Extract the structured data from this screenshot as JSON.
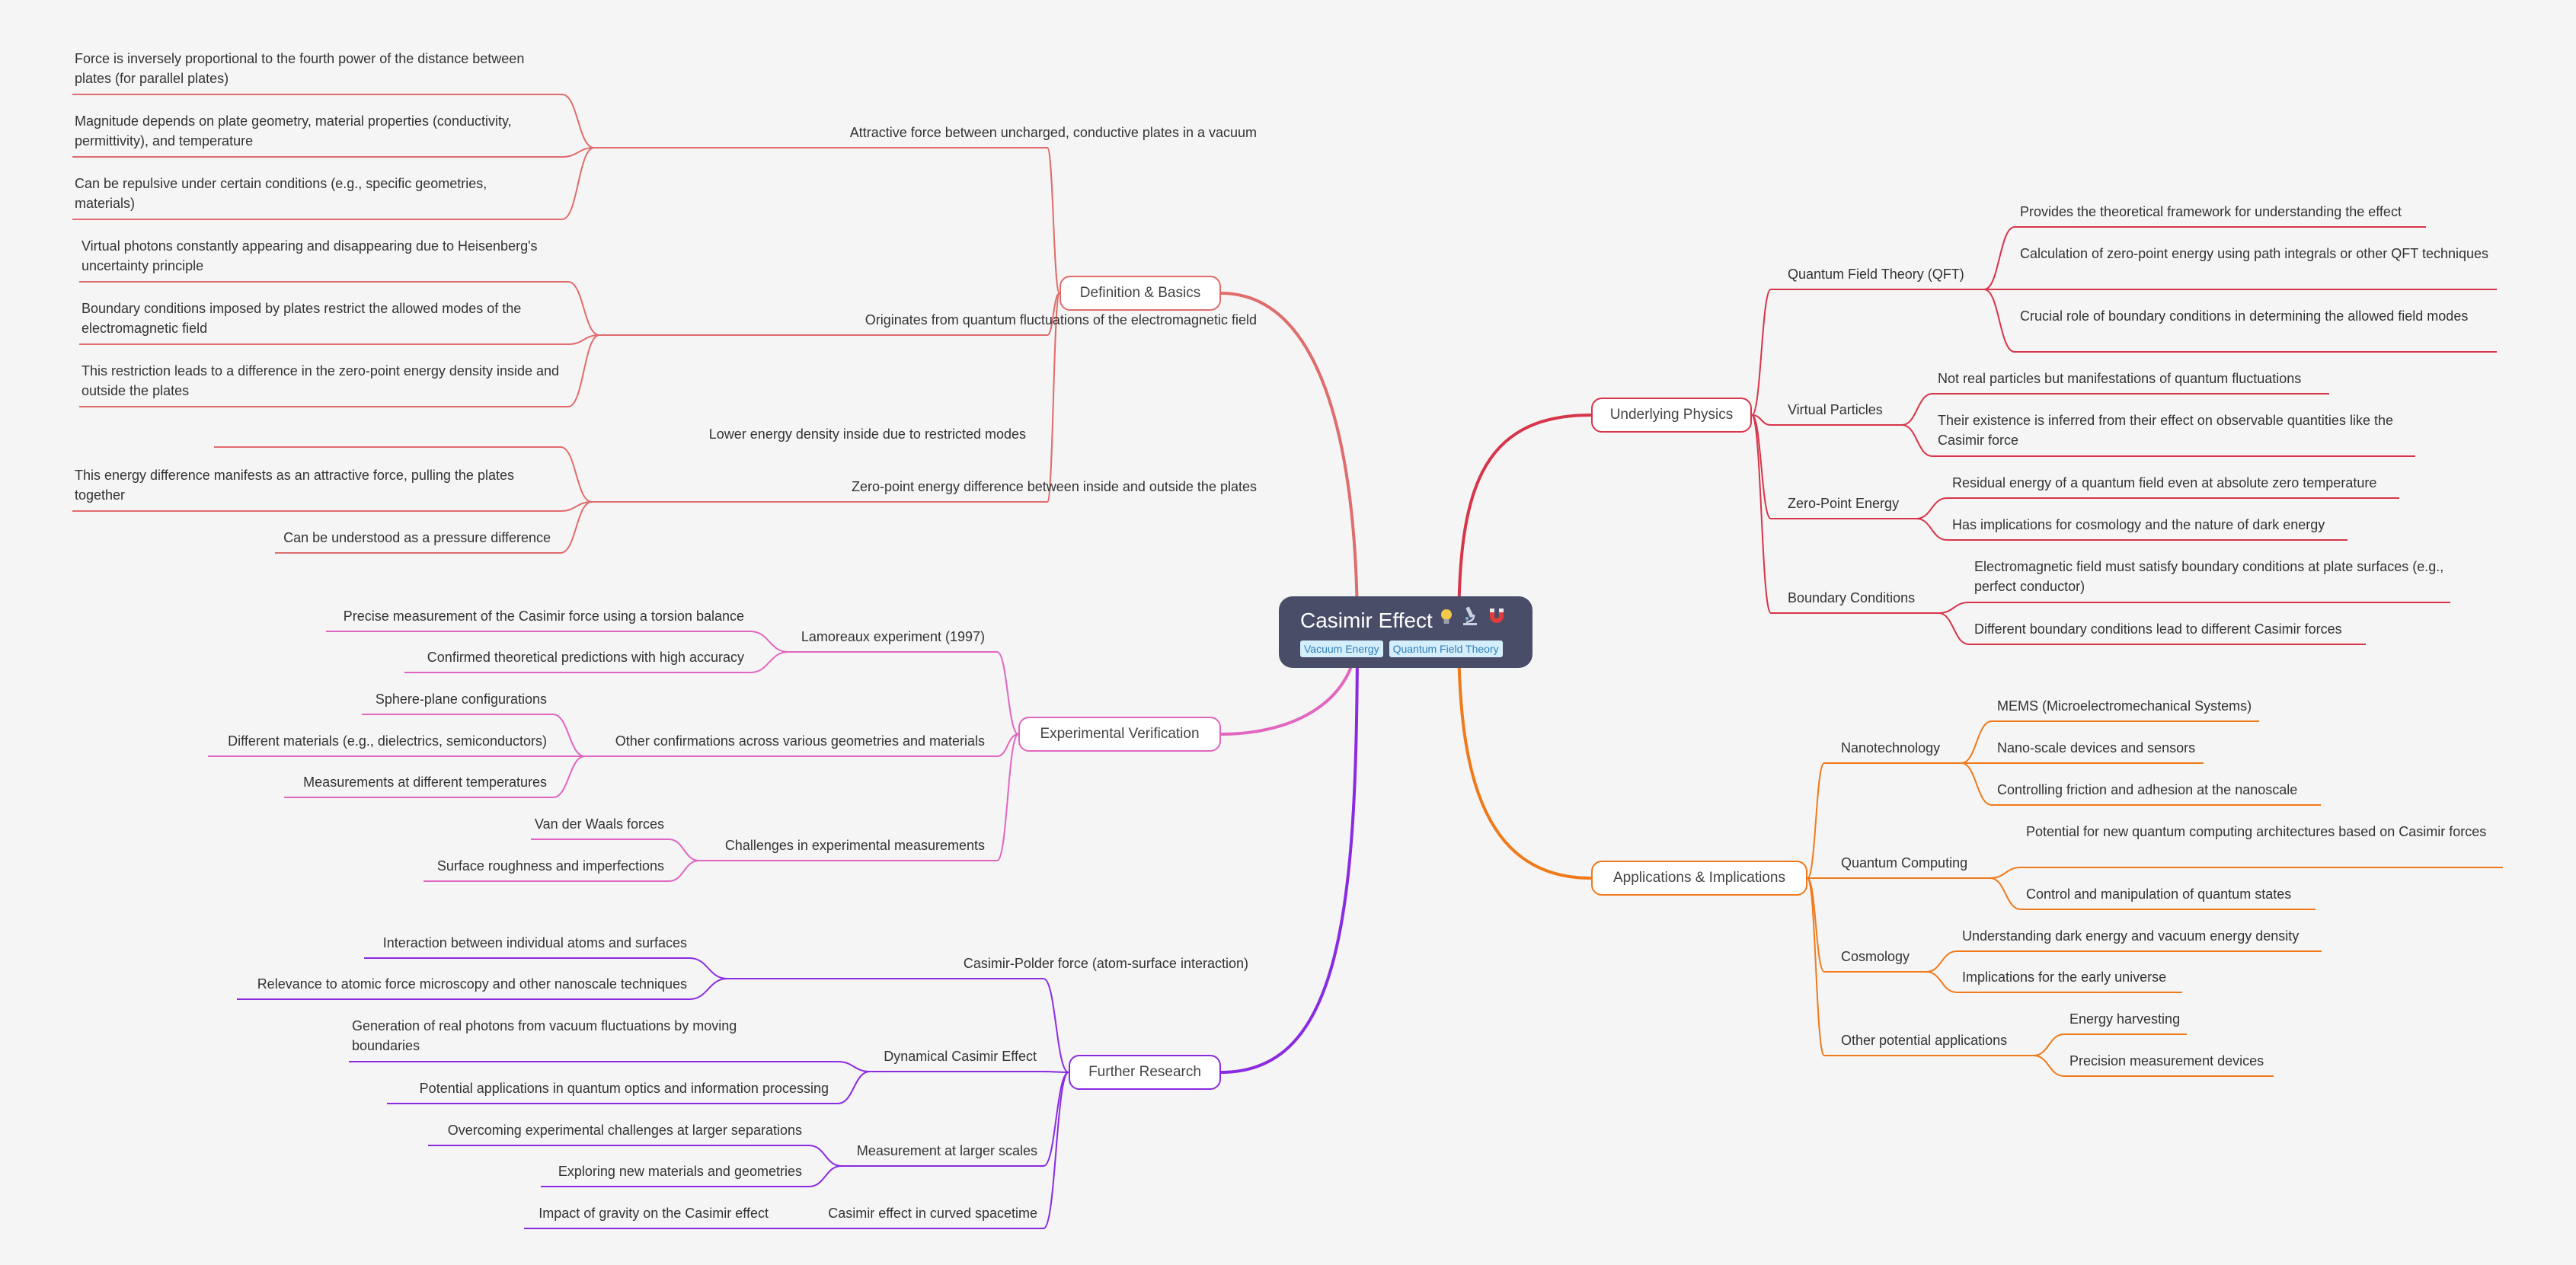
{
  "root": {
    "title": "Casimir Effect",
    "icons": [
      "lightbulb-icon",
      "microscope-icon",
      "magnet-icon"
    ],
    "tags": [
      "Vacuum Energy",
      "Quantum Field Theory"
    ]
  },
  "colors": {
    "definition": "#e06c6c",
    "experimental": "#e066c0",
    "further": "#8a2be2",
    "physics": "#d7354a",
    "applications": "#f07a1a"
  },
  "definition": {
    "label": "Definition & Basics",
    "attractive": {
      "label": "Attractive force between uncharged, conductive plates in a vacuum",
      "items": [
        "Force is inversely proportional to the fourth power of the distance between plates (for parallel plates)",
        "Magnitude depends on plate geometry, material properties (conductivity, permittivity), and temperature",
        "Can be repulsive under certain conditions (e.g., specific geometries, materials)"
      ]
    },
    "originates": {
      "label": "Originates from quantum fluctuations of the electromagnetic field",
      "items": [
        "Virtual photons constantly appearing and disappearing due to Heisenberg's uncertainty principle",
        "Boundary conditions imposed by plates restrict the allowed modes of the electromagnetic field",
        "This restriction leads to a difference in the zero-point energy density inside and outside the plates"
      ]
    },
    "zeropoint": {
      "label": "Zero-point energy difference between inside and outside the plates",
      "items": [
        "Lower energy density inside due to restricted modes",
        "This energy difference manifests as an attractive force, pulling the plates together",
        "Can be understood as a pressure difference"
      ]
    }
  },
  "experimental": {
    "label": "Experimental Verification",
    "lamoreaux": {
      "label": "Lamoreaux experiment (1997)",
      "items": [
        "Precise measurement of the Casimir force using a torsion balance",
        "Confirmed theoretical predictions with high accuracy"
      ]
    },
    "other": {
      "label": "Other confirmations across various geometries and materials",
      "items": [
        "Sphere-plane configurations",
        "Different materials (e.g., dielectrics, semiconductors)",
        "Measurements at different temperatures"
      ]
    },
    "challenges": {
      "label": "Challenges in experimental measurements",
      "items": [
        "Van der Waals forces",
        "Surface roughness and imperfections"
      ]
    }
  },
  "further": {
    "label": "Further Research",
    "polder": {
      "label": "Casimir-Polder force (atom-surface interaction)",
      "items": [
        "Interaction between individual atoms and surfaces",
        "Relevance to atomic force microscopy and other nanoscale techniques"
      ]
    },
    "dynamical": {
      "label": "Dynamical Casimir Effect",
      "items": [
        "Generation of real photons from vacuum fluctuations by moving boundaries",
        "Potential applications in quantum optics and information processing"
      ]
    },
    "larger": {
      "label": "Measurement at larger scales",
      "items": [
        "Overcoming experimental challenges at larger separations",
        "Exploring new materials and geometries"
      ]
    },
    "curved": {
      "label": "Casimir effect in curved spacetime",
      "items": [
        "Impact of gravity on the Casimir effect"
      ]
    }
  },
  "physics": {
    "label": "Underlying Physics",
    "qft": {
      "label": "Quantum Field Theory (QFT)",
      "items": [
        "Provides the theoretical framework for understanding the effect",
        "Calculation of zero-point energy using path integrals or other QFT techniques",
        "Crucial role of boundary conditions in determining the allowed field modes"
      ]
    },
    "virtual": {
      "label": "Virtual Particles",
      "items": [
        "Not real particles but manifestations of quantum fluctuations",
        "Their existence is inferred from their effect on observable quantities like the Casimir force"
      ]
    },
    "zpe": {
      "label": "Zero-Point Energy",
      "items": [
        "Residual energy of a quantum field even at absolute zero temperature",
        "Has implications for cosmology and the nature of dark energy"
      ]
    },
    "boundary": {
      "label": "Boundary Conditions",
      "items": [
        "Electromagnetic field must satisfy boundary conditions at plate surfaces (e.g., perfect conductor)",
        "Different boundary conditions lead to different Casimir forces"
      ]
    }
  },
  "applications": {
    "label": "Applications & Implications",
    "nano": {
      "label": "Nanotechnology",
      "items": [
        "MEMS (Microelectromechanical Systems)",
        "Nano-scale devices and sensors",
        "Controlling friction and adhesion at the nanoscale"
      ]
    },
    "qc": {
      "label": "Quantum Computing",
      "items": [
        "Potential for new quantum computing architectures based on Casimir forces",
        "Control and manipulation of quantum states"
      ]
    },
    "cosmo": {
      "label": "Cosmology",
      "items": [
        "Understanding dark energy and vacuum energy density",
        "Implications for the early universe"
      ]
    },
    "other": {
      "label": "Other potential applications",
      "items": [
        "Energy harvesting",
        "Precision measurement devices"
      ]
    }
  }
}
